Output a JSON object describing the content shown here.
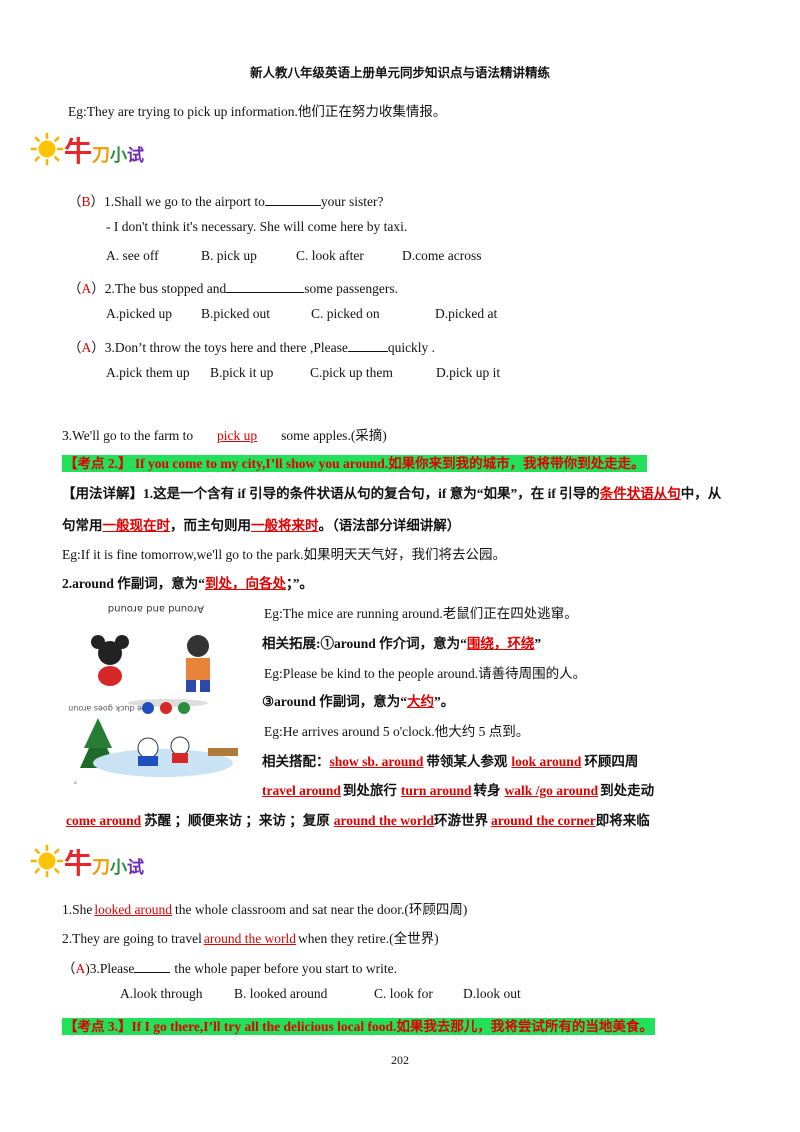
{
  "header": "新人教八年级英语上册单元同步知识点与语法精讲精练",
  "eg_top": "Eg:They are trying to pick up information.他们正在努力收集情报。",
  "section_title": {
    "c1": "牛",
    "c2": "刀",
    "c3": "小",
    "c4": "试"
  },
  "q1": {
    "open": "（",
    "ans": "B",
    "close": "）",
    "text": "1.Shall we go to the airport to",
    "after": "your sister?"
  },
  "q1_reply": "- I don't think it's necessary. She will come here by taxi.",
  "q1_opts": [
    "A. see off",
    "B. pick up",
    "C. look after",
    "D.come across"
  ],
  "q2": {
    "open": "（",
    "ans": "A",
    "close": "）",
    "text": "2.The bus stopped and",
    "after": "some passengers."
  },
  "q2_opts": [
    "A.picked up",
    "B.picked out",
    "C. picked on",
    "D.picked at"
  ],
  "q3": {
    "open": "（",
    "ans": "A",
    "close": "）",
    "text": "3.Don’t throw the toys here and there ,Please",
    "after": "quickly ."
  },
  "q3_opts": [
    "A.pick them up",
    "B.pick it up",
    "C.pick up them",
    "D.pick up it"
  ],
  "fill3": {
    "pre": "3.We'll go to the farm to",
    "ans": "pick up",
    "post": "some apples.(采摘)"
  },
  "kaodian2": "【考点 2.】 If you come to my city,I’ll show you around.如果你来到我的城市，我将带你到处走走。",
  "usage": {
    "l1_a": "【用法详解】1.这是一个含有 if 引导的条件状语从句的复合句，if 意为“如果”，在 if 引导的",
    "l1_b": "条件状语从句",
    "l1_c": "中，从",
    "l2_a": "句常用",
    "l2_b": "一般现在时",
    "l2_c": "，而主句则用",
    "l2_d": "一般将来时",
    "l2_e": "。（语法部分详细讲解）"
  },
  "eg_if": "Eg:If it is fine tomorrow,we'll go to the park.如果明天天气好，我们将去公园。",
  "around": {
    "a": "2.around 作副词，意为“",
    "b": "到处，向各处",
    "c": "；”。"
  },
  "eg_mice": "Eg:The mice are running around.老鼠们正在四处逃窜。",
  "ext1": {
    "a": "相关拓展:①around 作介词，意为“",
    "b": "围绕，环绕",
    "c": "”"
  },
  "eg_kind": "Eg:Please  be kind to the people around.请善待周围的人。",
  "ext3": {
    "a": "③around 作副词，意为“",
    "b": "大约",
    "c": "”。"
  },
  "eg_arrive": "Eg:He arrives around 5 o'clock.他大约 5 点到。",
  "phrases": {
    "label": "相关搭配：",
    "p1": "show sb. around",
    "p1z": "带领某人参观",
    "p2": "look around",
    "p2z": "环顾四周",
    "p3": "travel around",
    "p3z": "到处旅行",
    "p4": "turn around",
    "p4z": "转身",
    "p5": "walk /go around",
    "p5z": "到处走动",
    "p6": "come around",
    "p6z": "苏醒 ；顺便来访 ；来访 ；复原",
    "p7": "around  the  world",
    "p7z": "环游世界",
    "p8": "around  the  corner",
    "p8z": "即将来临"
  },
  "img_captions": {
    "top": "Around and around",
    "mid": "The duck goes around",
    "mark": "a"
  },
  "ex2_1": {
    "a": "1.She",
    "b": "looked around",
    "c": "the whole classroom and sat near the door.(环顾四周)"
  },
  "ex2_2": {
    "a": "2.They are going to travel",
    "b": "around the world",
    "c": "when they retire.(全世界)"
  },
  "ex2_3": {
    "open": "（",
    "ans": "A",
    "close": ")",
    "text": "3.Please",
    "after": "the whole paper before you start to write."
  },
  "ex2_3_opts": [
    "A.look through",
    "B. looked around",
    "C. look for",
    "D.look out"
  ],
  "kaodian3": "【考点 3.】If  I  go  there,I’ll  try  all  the  delicious  local  food.如果我去那儿，我将尝试所有的当地美食。",
  "page_number": "202"
}
